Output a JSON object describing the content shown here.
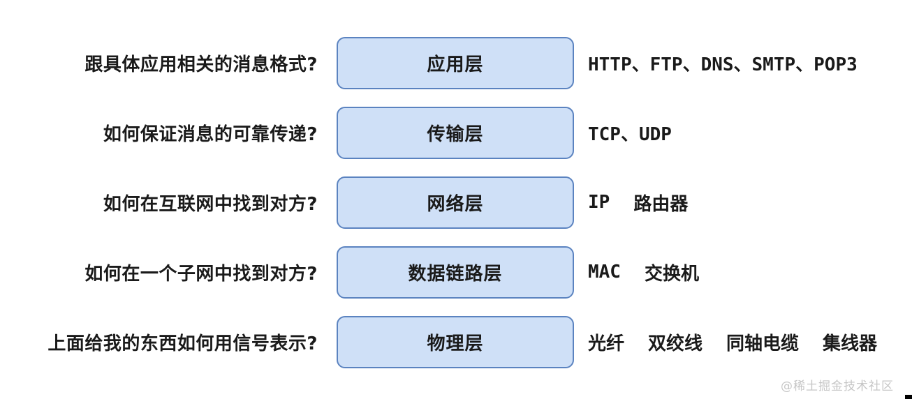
{
  "diagram": {
    "title": "network-layer-model",
    "rows": [
      {
        "question": "跟具体应用相关的消息格式?",
        "layer": "应用层",
        "items": [
          "HTTP、FTP、DNS、SMTP、POP3"
        ]
      },
      {
        "question": "如何保证消息的可靠传递?",
        "layer": "传输层",
        "items": [
          "TCP、UDP"
        ]
      },
      {
        "question": "如何在互联网中找到对方?",
        "layer": "网络层",
        "items": [
          "IP",
          "路由器"
        ]
      },
      {
        "question": "如何在一个子网中找到对方?",
        "layer": "数据链路层",
        "items": [
          "MAC",
          "交换机"
        ]
      },
      {
        "question": "上面给我的东西如何用信号表示?",
        "layer": "物理层",
        "items": [
          "光纤",
          "双绞线",
          "同轴电缆",
          "集线器"
        ]
      }
    ],
    "colors": {
      "box_fill": "#cfe0f7",
      "box_border": "#5b83c0",
      "text": "#1a1a1a",
      "watermark": "#c6c6c6"
    }
  },
  "watermark": {
    "label": "@稀土掘金技术社区"
  }
}
